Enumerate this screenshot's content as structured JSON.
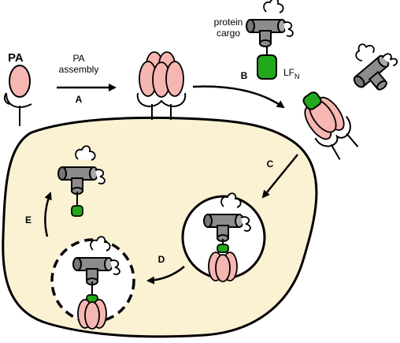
{
  "labels": {
    "pa": "PA",
    "pa_assembly_line1": "PA",
    "pa_assembly_line2": "assembly",
    "protein_cargo_line1": "protein",
    "protein_cargo_line2": "cargo",
    "lfn_main": "LF",
    "lfn_sub": "N"
  },
  "steps": [
    "A",
    "B",
    "C",
    "D",
    "E"
  ],
  "colors": {
    "cell_fill": "#fbf1d3",
    "pa_pink": "#f6b6b2",
    "lfn_green": "#22a81b",
    "cargo_gray": "#8c8c8c",
    "outline": "#000000"
  }
}
